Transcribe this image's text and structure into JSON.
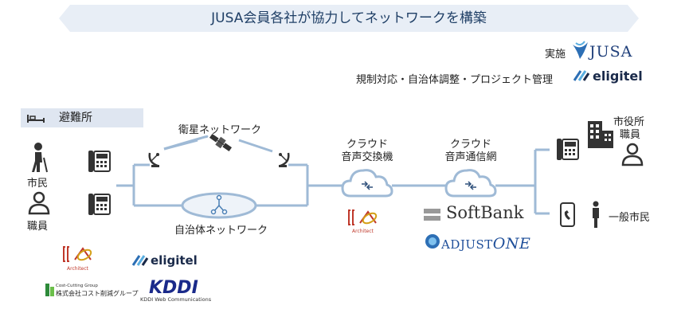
{
  "banner": {
    "title": "JUSA会員各社が協力してネットワークを構築"
  },
  "credits": {
    "implementation_label": "実施",
    "jusa_logo": "JUSA",
    "role_label": "規制対応・自治体調整・プロジェクト管理",
    "eligitel_logo": "eligitel"
  },
  "shelter": {
    "label": "避難所",
    "icon": "bed-icon"
  },
  "people": {
    "citizen": "市民",
    "staff": "職員"
  },
  "networks": {
    "satellite": "衛星ネットワーク",
    "municipal": "自治体ネットワーク"
  },
  "cloud_switch": {
    "label_line1": "クラウド",
    "label_line2": "音声交換機",
    "provider_logo": "Architect"
  },
  "cloud_voice": {
    "label_line1": "クラウド",
    "label_line2": "音声通信網"
  },
  "providers": {
    "softbank": "SoftBank",
    "adjust_prefix": "ADJUST",
    "adjust_suffix": "ONE"
  },
  "right_side": {
    "city_office_line1": "市役所",
    "city_office_line2": "職員",
    "general_citizen": "一般市民"
  },
  "members": {
    "architect": "Architect",
    "eligitel": "eligitel",
    "cost_group_top": "Cost-Cutting Group",
    "cost_group": "株式会社コスト削減グループ",
    "kddi": "KDDI",
    "kddi_sub": "KDDI Web Communications"
  },
  "colors": {
    "line": "#9fbad6",
    "banner": "#e8eef6",
    "text_dark": "#1f3f66",
    "accent_blue": "#2d6fb5"
  }
}
